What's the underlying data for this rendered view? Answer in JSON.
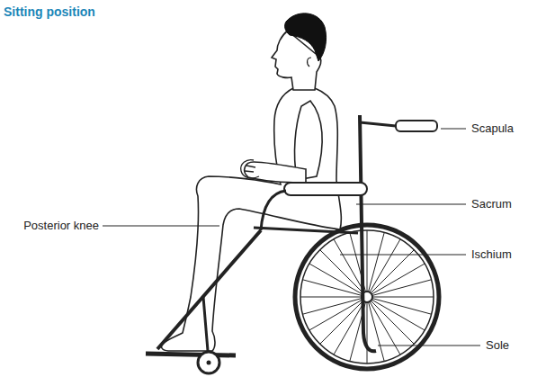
{
  "diagram": {
    "title": "Sitting position",
    "labels": [
      "Scapula",
      "Sacrum",
      "Ischium",
      "Sole",
      "Posterior knee"
    ]
  }
}
